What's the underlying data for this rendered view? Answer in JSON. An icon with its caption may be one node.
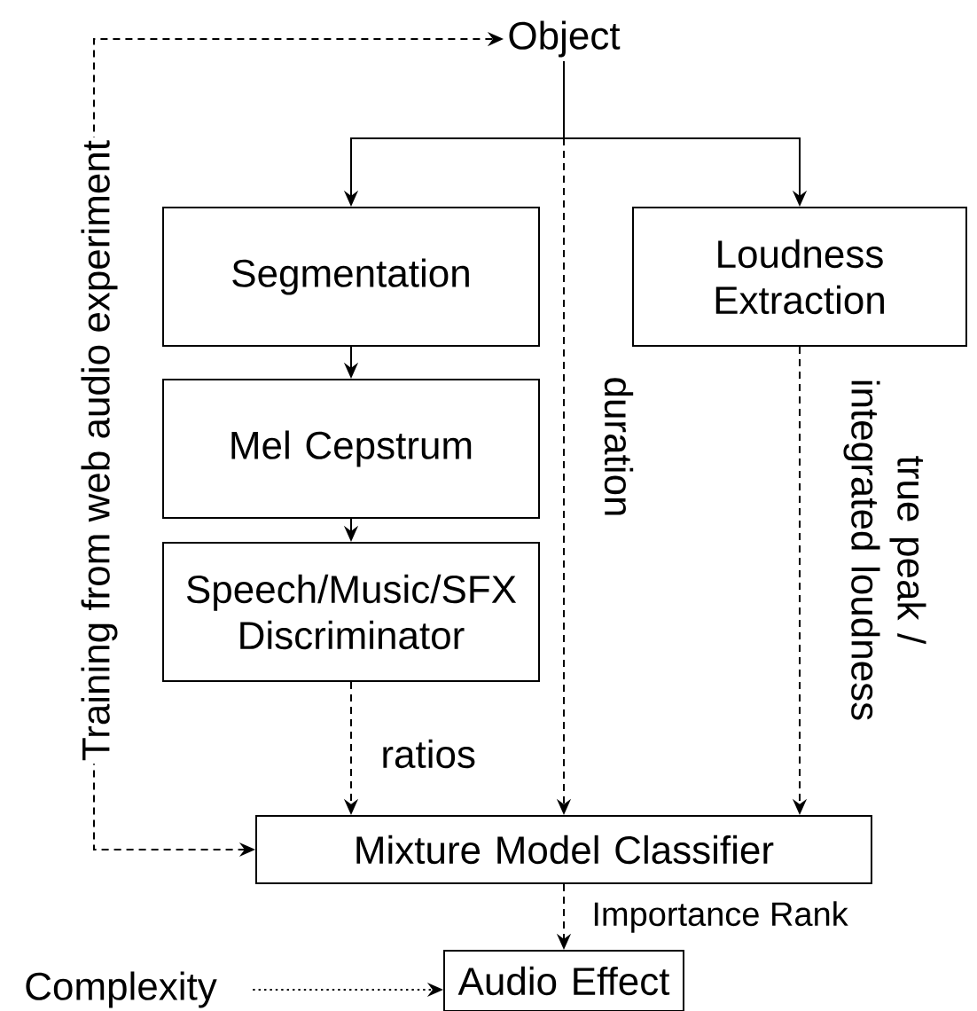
{
  "diagram": {
    "nodes": [
      {
        "text": [
          "Object"
        ]
      },
      {
        "text": [
          "Segmentation"
        ]
      },
      {
        "text": [
          "Loudness Extraction"
        ]
      },
      {
        "text": [
          "Mel Cepstrum"
        ]
      },
      {
        "text": [
          "Speech/Music/SFX Discriminator"
        ]
      },
      {
        "text": [
          "Mixture Model Classifier"
        ]
      },
      {
        "text": [
          "Audio Effect"
        ]
      },
      {
        "text": [
          "Complexity"
        ]
      }
    ],
    "edges": [
      {
        "from": 5,
        "to": 0,
        "arrow": "both",
        "style": "dashed",
        "label": "Training from web audio experiment"
      },
      {
        "from": 0,
        "to": 1,
        "arrow": "to"
      },
      {
        "from": 0,
        "to": 2,
        "arrow": "to"
      },
      {
        "from": 1,
        "to": 3,
        "arrow": "to"
      },
      {
        "from": 3,
        "to": 4,
        "arrow": "to"
      },
      {
        "from": 4,
        "to": 5,
        "arrow": "to",
        "style": "dashed",
        "label": "ratios"
      },
      {
        "from": 0,
        "to": 5,
        "arrow": "to",
        "style": "dashed",
        "label": "duration"
      },
      {
        "from": 2,
        "to": 5,
        "arrow": "to",
        "style": "dashed",
        "label": "true peak / integrated loudness"
      },
      {
        "from": 5,
        "to": 6,
        "arrow": "to",
        "style": "dashed",
        "label": "Importance Rank"
      },
      {
        "from": 7,
        "to": 6,
        "arrow": "to",
        "style": "dashed"
      }
    ]
  }
}
